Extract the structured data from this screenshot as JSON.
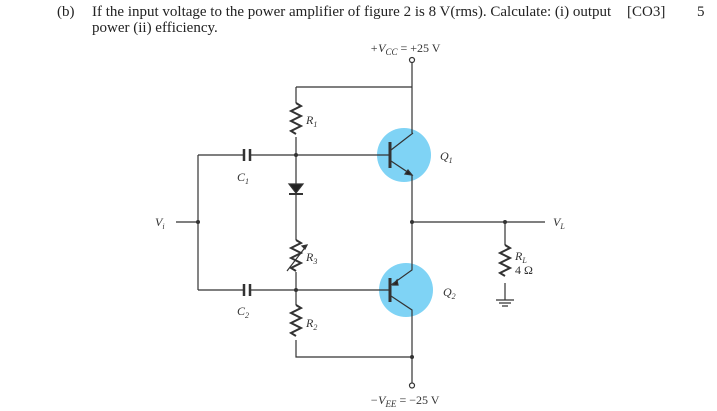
{
  "question": {
    "label": "(b)",
    "text": "If the input voltage to the power amplifier of figure 2 is 8 V(rms). Calculate: (i) output power (ii) efficiency.",
    "co": "[CO3]",
    "marks": "5"
  },
  "circuit": {
    "vcc": "+V",
    "vcc_sub": "CC",
    "vcc_val": " = +25 V",
    "vee": "−V",
    "vee_sub": "EE",
    "vee_val": " = −25 V",
    "vi": "V",
    "vi_sub": "i",
    "vl": "V",
    "vl_sub": "L",
    "r1": "R",
    "r1_sub": "1",
    "r2": "R",
    "r2_sub": "2",
    "r3": "R",
    "r3_sub": "3",
    "rl": "R",
    "rl_sub": "L",
    "rl_val": "4 Ω",
    "c1": "C",
    "c1_sub": "1",
    "c2": "C",
    "c2_sub": "2",
    "q1": "Q",
    "q1_sub": "1",
    "q2": "Q",
    "q2_sub": "2",
    "highlight_color": "#7fd3f5"
  }
}
